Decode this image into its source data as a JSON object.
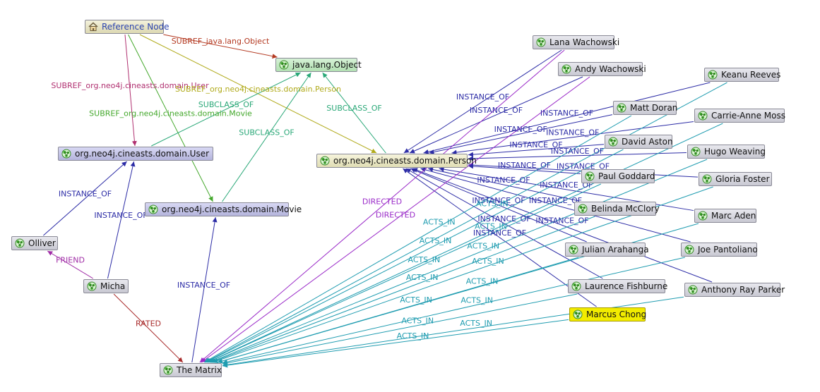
{
  "colors": {
    "instance": "#2c2ca6",
    "acts": "#1f9cb0",
    "directed": "#9a2ac8",
    "subref_obj": "#b43a22",
    "subref_user": "#b03070",
    "subref_person": "#b0aa1a",
    "subref_movie": "#44a82c",
    "subclass": "#2aa878",
    "friend": "#a02ca6",
    "rated": "#a82a2a"
  },
  "nodes": [
    {
      "id": "ref",
      "label": "Reference Node",
      "kind": "ref",
      "icon": "home-icon"
    },
    {
      "id": "obj",
      "label": "java.lang.Object",
      "kind": "tobj",
      "icon": "node-icon"
    },
    {
      "id": "user",
      "label": "org.neo4j.cineasts.domain.User",
      "kind": "type",
      "icon": "node-icon"
    },
    {
      "id": "person",
      "label": "org.neo4j.cineasts.domain.Person",
      "kind": "tperson",
      "icon": "node-icon"
    },
    {
      "id": "movie",
      "label": "org.neo4j.cineasts.domain.Movie",
      "kind": "type",
      "icon": "node-icon"
    },
    {
      "id": "olliver",
      "label": "Olliver",
      "kind": "inst",
      "icon": "node-icon"
    },
    {
      "id": "micha",
      "label": "Micha",
      "kind": "inst",
      "icon": "node-icon"
    },
    {
      "id": "matrix",
      "label": "The Matrix",
      "kind": "inst",
      "icon": "node-icon"
    },
    {
      "id": "lana",
      "label": "Lana Wachowski",
      "kind": "inst",
      "icon": "node-icon"
    },
    {
      "id": "andy",
      "label": "Andy Wachowski",
      "kind": "inst",
      "icon": "node-icon"
    },
    {
      "id": "keanu",
      "label": "Keanu Reeves",
      "kind": "inst",
      "icon": "node-icon"
    },
    {
      "id": "doran",
      "label": "Matt Doran",
      "kind": "inst",
      "icon": "node-icon"
    },
    {
      "id": "carrie",
      "label": "Carrie-Anne Moss",
      "kind": "inst",
      "icon": "node-icon"
    },
    {
      "id": "aston",
      "label": "David Aston",
      "kind": "inst",
      "icon": "node-icon"
    },
    {
      "id": "hugo",
      "label": "Hugo Weaving",
      "kind": "inst",
      "icon": "node-icon"
    },
    {
      "id": "goddard",
      "label": "Paul Goddard",
      "kind": "inst",
      "icon": "node-icon"
    },
    {
      "id": "gloria",
      "label": "Gloria Foster",
      "kind": "inst",
      "icon": "node-icon"
    },
    {
      "id": "belinda",
      "label": "Belinda McClory",
      "kind": "inst",
      "icon": "node-icon"
    },
    {
      "id": "aden",
      "label": "Marc Aden",
      "kind": "inst",
      "icon": "node-icon"
    },
    {
      "id": "julian",
      "label": "Julian Arahanga",
      "kind": "inst",
      "icon": "node-icon"
    },
    {
      "id": "joe",
      "label": "Joe Pantoliano",
      "kind": "inst",
      "icon": "node-icon"
    },
    {
      "id": "laurence",
      "label": "Laurence Fishburne",
      "kind": "inst",
      "icon": "node-icon"
    },
    {
      "id": "anthony",
      "label": "Anthony Ray Parker",
      "kind": "inst",
      "icon": "node-icon"
    },
    {
      "id": "marcus",
      "label": "Marcus Chong",
      "kind": "hl",
      "icon": "node-icon"
    }
  ],
  "edges": [
    {
      "from": "ref",
      "to": "obj",
      "label": "SUBREF_java.lang.Object",
      "kind": "subref_obj"
    },
    {
      "from": "ref",
      "to": "user",
      "label": "SUBREF_org.neo4j.cineasts.domain.User",
      "kind": "subref_user"
    },
    {
      "from": "ref",
      "to": "person",
      "label": "SUBREF_org.neo4j.cineasts.domain.Person",
      "kind": "subref_person"
    },
    {
      "from": "ref",
      "to": "movie",
      "label": "SUBREF_org.neo4j.cineasts.domain.Movie",
      "kind": "subref_movie"
    },
    {
      "from": "user",
      "to": "obj",
      "label": "SUBCLASS_OF",
      "kind": "subclass"
    },
    {
      "from": "movie",
      "to": "obj",
      "label": "SUBCLASS_OF",
      "kind": "subclass"
    },
    {
      "from": "person",
      "to": "obj",
      "label": "SUBCLASS_OF",
      "kind": "subclass"
    },
    {
      "from": "olliver",
      "to": "user",
      "label": "INSTANCE_OF",
      "kind": "instance"
    },
    {
      "from": "micha",
      "to": "user",
      "label": "INSTANCE_OF",
      "kind": "instance"
    },
    {
      "from": "micha",
      "to": "olliver",
      "label": "FRIEND",
      "kind": "friend"
    },
    {
      "from": "micha",
      "to": "matrix",
      "label": "RATED",
      "kind": "rated"
    },
    {
      "from": "matrix",
      "to": "movie",
      "label": "INSTANCE_OF",
      "kind": "instance"
    },
    {
      "from": "lana",
      "to": "person",
      "label": "INSTANCE_OF",
      "kind": "instance"
    },
    {
      "from": "andy",
      "to": "person",
      "label": "INSTANCE_OF",
      "kind": "instance"
    },
    {
      "from": "doran",
      "to": "person",
      "label": "INSTANCE_OF",
      "kind": "instance"
    },
    {
      "from": "aston",
      "to": "person",
      "label": "INSTANCE_OF",
      "kind": "instance"
    },
    {
      "from": "keanu",
      "to": "person",
      "label": "INSTANCE_OF",
      "kind": "instance"
    },
    {
      "from": "carrie",
      "to": "person",
      "label": "INSTANCE_OF",
      "kind": "instance"
    },
    {
      "from": "hugo",
      "to": "person",
      "label": "INSTANCE_OF",
      "kind": "instance"
    },
    {
      "from": "goddard",
      "to": "person",
      "label": "INSTANCE_OF",
      "kind": "instance"
    },
    {
      "from": "gloria",
      "to": "person",
      "label": "INSTANCE_OF",
      "kind": "instance"
    },
    {
      "from": "belinda",
      "to": "person",
      "label": "INSTANCE_OF",
      "kind": "instance"
    },
    {
      "from": "aden",
      "to": "person",
      "label": "INSTANCE_OF",
      "kind": "instance"
    },
    {
      "from": "julian",
      "to": "person",
      "label": "INSTANCE_OF",
      "kind": "instance"
    },
    {
      "from": "joe",
      "to": "person",
      "label": "INSTANCE_OF",
      "kind": "instance"
    },
    {
      "from": "laurence",
      "to": "person",
      "label": "INSTANCE_OF",
      "kind": "instance"
    },
    {
      "from": "anthony",
      "to": "person",
      "label": "INSTANCE_OF",
      "kind": "instance"
    },
    {
      "from": "marcus",
      "to": "person",
      "label": "INSTANCE_OF",
      "kind": "instance"
    },
    {
      "from": "lana",
      "to": "matrix",
      "label": "DIRECTED",
      "kind": "directed"
    },
    {
      "from": "andy",
      "to": "matrix",
      "label": "DIRECTED",
      "kind": "directed"
    },
    {
      "from": "keanu",
      "to": "matrix",
      "label": "ACTS_IN",
      "kind": "acts"
    },
    {
      "from": "carrie",
      "to": "matrix",
      "label": "ACTS_IN",
      "kind": "acts"
    },
    {
      "from": "hugo",
      "to": "matrix",
      "label": "ACTS_IN",
      "kind": "acts"
    },
    {
      "from": "gloria",
      "to": "matrix",
      "label": "ACTS_IN",
      "kind": "acts"
    },
    {
      "from": "aden",
      "to": "matrix",
      "label": "ACTS_IN",
      "kind": "acts"
    },
    {
      "from": "joe",
      "to": "matrix",
      "label": "ACTS_IN",
      "kind": "acts"
    },
    {
      "from": "anthony",
      "to": "matrix",
      "label": "ACTS_IN",
      "kind": "acts"
    },
    {
      "from": "marcus",
      "to": "matrix",
      "label": "ACTS_IN",
      "kind": "acts"
    },
    {
      "from": "laurence",
      "to": "matrix",
      "label": "ACTS_IN",
      "kind": "acts"
    },
    {
      "from": "julian",
      "to": "matrix",
      "label": "ACTS_IN",
      "kind": "acts"
    },
    {
      "from": "belinda",
      "to": "matrix",
      "label": "ACTS_IN",
      "kind": "acts"
    },
    {
      "from": "goddard",
      "to": "matrix",
      "label": "ACTS_IN",
      "kind": "acts"
    },
    {
      "from": "aston",
      "to": "matrix",
      "label": "ACTS_IN",
      "kind": "acts"
    },
    {
      "from": "doran",
      "to": "matrix",
      "label": "ACTS_IN",
      "kind": "acts"
    }
  ]
}
